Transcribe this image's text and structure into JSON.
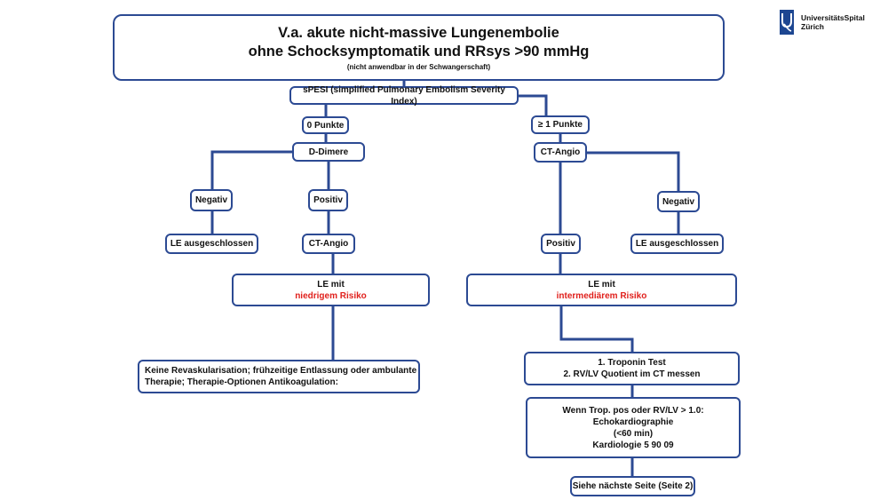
{
  "title": {
    "line1": "V.a. akute nicht-massive Lungenembolie",
    "line2": "ohne Schocksymptomatik und RRsys >90 mmHg",
    "note": "(nicht anwendbar in der Schwangerschaft)"
  },
  "logo": {
    "line1": "UniversitätsSpital",
    "line2": "Zürich",
    "icon": "usz-logo-icon",
    "color": "#1d4691"
  },
  "nodes": {
    "spesi": "sPESI (simplified Pulmonary Embolism Severity Index)",
    "zero_points": "0 Punkte",
    "one_points": "≥ 1 Punkte",
    "d_dimere": "D-Dimere",
    "ct_angio_right": "CT-Angio",
    "negativ_left": "Negativ",
    "positiv_left": "Positiv",
    "negativ_right": "Negativ",
    "le_excluded_left": "LE ausgeschlossen",
    "ct_angio_left": "CT-Angio",
    "positiv_right": "Positiv",
    "le_excluded_right": "LE ausgeschlossen",
    "le_low": {
      "line1": "LE mit",
      "line2": "niedrigem Risiko"
    },
    "le_intermediate": {
      "line1": "LE mit",
      "line2": "intermediärem Risiko"
    },
    "therapy": {
      "line1": "Keine Revaskularisation; frühzeitige Entlassung oder ambulante",
      "line2": "Therapie; Therapie-Optionen Antikoagulation:"
    },
    "tests": {
      "line1": "1. Troponin Test",
      "line2": "2. RV/LV Quotient im CT messen"
    },
    "echo": {
      "line1": "Wenn Trop. pos oder RV/LV > 1.0:",
      "line2": "Echokardiographie",
      "line3": "(<60 min)",
      "line4": "Kardiologie 5 90 09"
    },
    "next_page": "Siehe nächste Seite (Seite 2)"
  },
  "colors": {
    "line": "#2c4a93",
    "risk_text": "#e0201c"
  }
}
